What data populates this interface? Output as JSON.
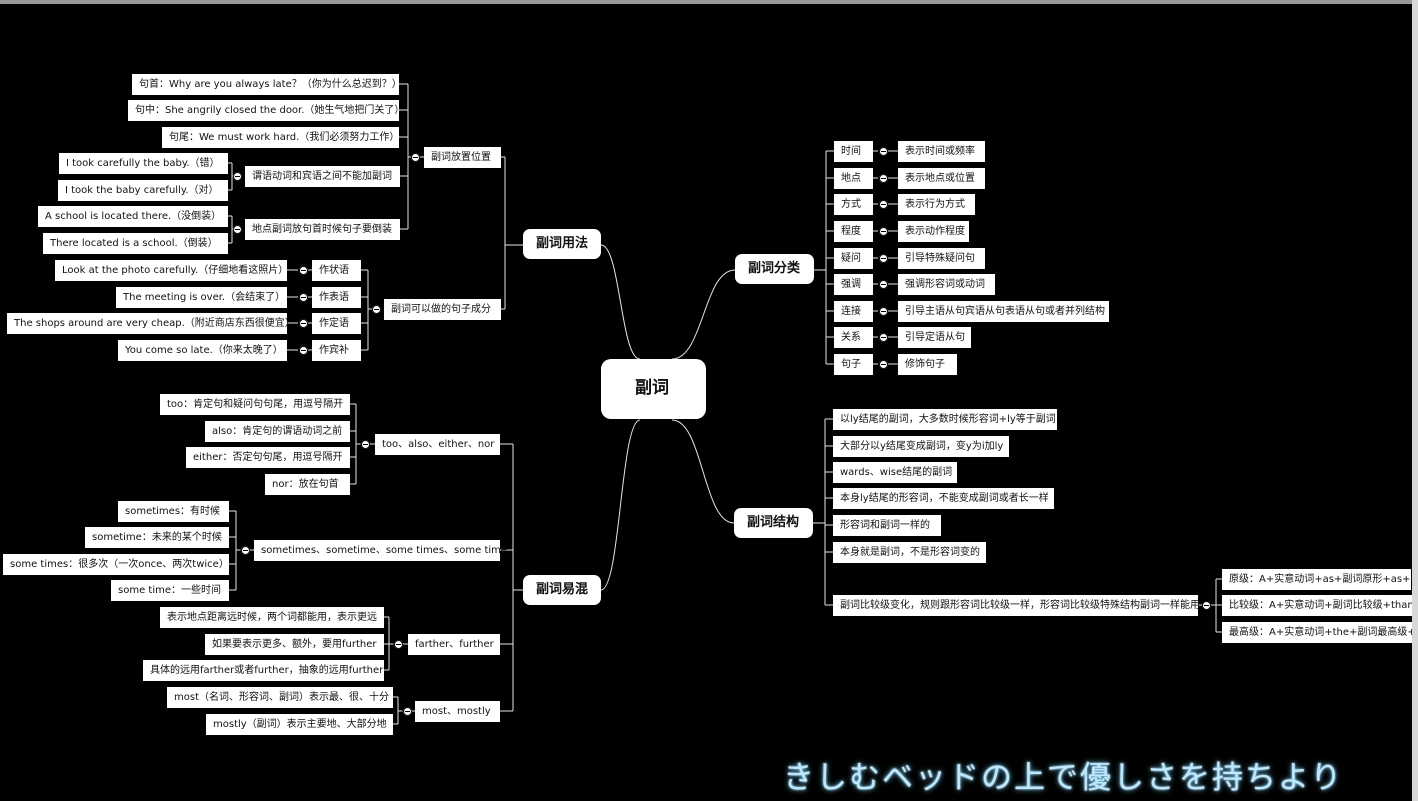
{
  "root": {
    "label": "副词"
  },
  "classification": {
    "label": "副词分类",
    "items": [
      {
        "k": "时间",
        "v": "表示时间或频率"
      },
      {
        "k": "地点",
        "v": "表示地点或位置"
      },
      {
        "k": "方式",
        "v": "表示行为方式"
      },
      {
        "k": "程度",
        "v": "表示动作程度"
      },
      {
        "k": "疑问",
        "v": "引导特殊疑问句"
      },
      {
        "k": "强调",
        "v": "强调形容词或动词"
      },
      {
        "k": "连接",
        "v": "引导主语从句宾语从句表语从句或者并列结构"
      },
      {
        "k": "关系",
        "v": "引导定语从句"
      },
      {
        "k": "句子",
        "v": "修饰句子"
      }
    ]
  },
  "structure": {
    "label": "副词结构",
    "items": [
      "以ly结尾的副词，大多数时候形容词+ly等于副词",
      "大部分以y结尾变成副词，变y为i加ly",
      "wards、wise结尾的副词",
      "本身ly结尾的形容词，不能变成副词或者长一样",
      "形容词和副词一样的",
      "本身就是副词，不是形容词变的"
    ],
    "comparison": {
      "label": "副词比较级变化，规则跟形容词比较级一样，形容词比较级特殊结构副词一样能用",
      "items": [
        "原级：A+实意动词+as+副词原形+as+B",
        "比较级：A+实意动词+副词比较级+than+B",
        "最高级：A+实意动词+the+副词最高级+B"
      ]
    }
  },
  "usage": {
    "label": "副词用法",
    "placement": {
      "label": "副词放置位置",
      "items": [
        "句首：Why are you always late？（你为什么总迟到？）",
        "句中：She angrily closed the door.（她生气地把门关了）",
        "句尾：We must work hard.（我们必须努力工作）"
      ],
      "rule1": {
        "label": "谓语动词和宾语之间不能加副词",
        "items": [
          "I took carefully the baby.（错）",
          "I took the baby carefully.（对）"
        ]
      },
      "rule2": {
        "label": "地点副词放句首时候句子要倒装",
        "items": [
          "A school is located there.（没倒装）",
          "There located is a school.（倒装）"
        ]
      }
    },
    "components": {
      "label": "副词可以做的句子成分",
      "items": [
        {
          "role": "作状语",
          "ex": "Look at the photo carefully.（仔细地看这照片）"
        },
        {
          "role": "作表语",
          "ex": "The meeting is over.（会结束了）"
        },
        {
          "role": "作定语",
          "ex": "The shops around are very cheap.（附近商店东西很便宜）"
        },
        {
          "role": "作宾补",
          "ex": "You come so late.（你来太晚了）"
        }
      ]
    }
  },
  "confusion": {
    "label": "副词易混",
    "groups": [
      {
        "label": "too、also、either、nor",
        "items": [
          "too：肯定句和疑问句句尾，用逗号隔开",
          "also：肯定句的谓语动词之前",
          "either：否定句句尾，用逗号隔开",
          "nor：放在句首"
        ]
      },
      {
        "label": "sometimes、sometime、some times、some time",
        "items": [
          "sometimes：有时候",
          "sometime：未来的某个时候",
          "some times：很多次（一次once、两次twice）",
          "some time：一些时间"
        ]
      },
      {
        "label": "farther、further",
        "items": [
          "表示地点距离远时候，两个词都能用，表示更远",
          "如果要表示更多、额外，要用further",
          "具体的远用farther或者further，抽象的远用further"
        ]
      },
      {
        "label": "most、mostly",
        "items": [
          "most（名词、形容词、副词）表示最、很、十分",
          "mostly（副词）表示主要地、大部分地"
        ]
      }
    ]
  },
  "watermark": "きしむベッドの上で優しさを持ちより"
}
